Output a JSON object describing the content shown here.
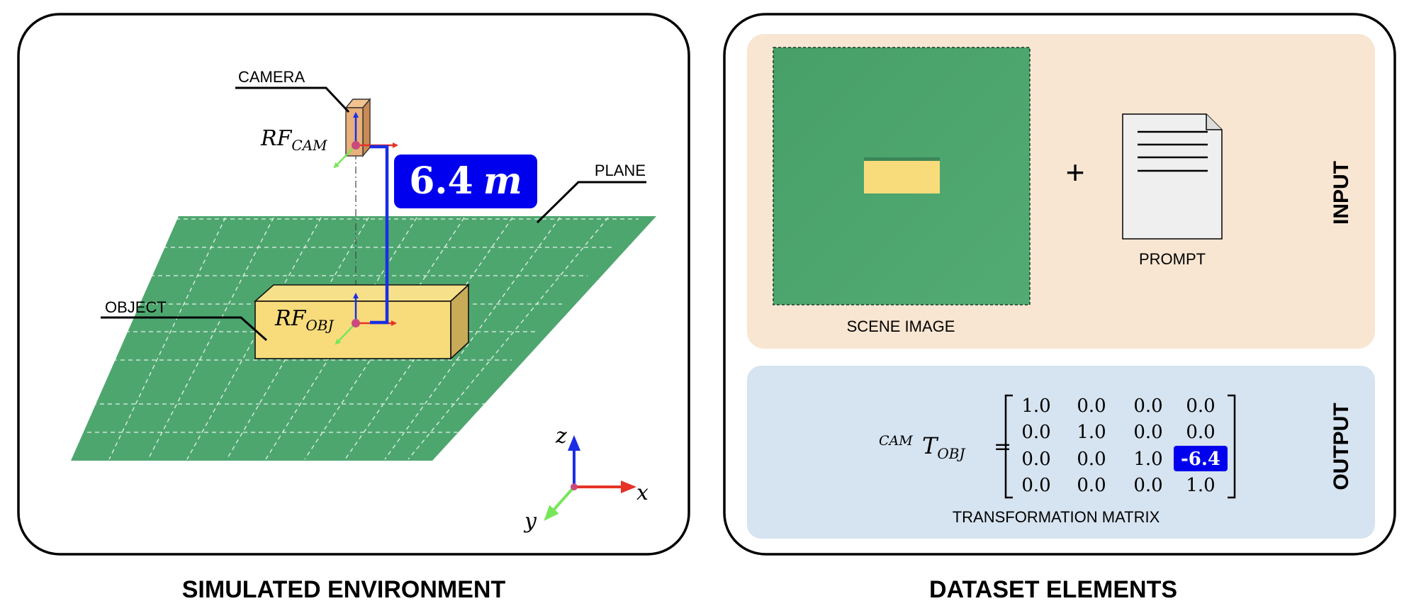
{
  "simulated_environment": {
    "caption": "SIMULATED ENVIRONMENT",
    "labels": {
      "camera": "CAMERA",
      "plane": "PLANE",
      "object": "OBJECT"
    },
    "frames": {
      "camera_main": "RF",
      "camera_sub": "CAM",
      "object_main": "RF",
      "object_sub": "OBJ"
    },
    "distance": {
      "value": "6.4",
      "unit": "m"
    },
    "axes": {
      "x": "x",
      "y": "y",
      "z": "z"
    }
  },
  "dataset_elements": {
    "caption": "DATASET ELEMENTS",
    "input": {
      "label": "INPUT",
      "plus": "+",
      "scene_image_label": "SCENE IMAGE",
      "prompt_label": "PROMPT"
    },
    "output": {
      "label": "OUTPUT",
      "matrix_label": "TRANSFORMATION MATRIX",
      "equation": {
        "pre": "CAM",
        "main": "T",
        "sub": "OBJ",
        "equals": "="
      },
      "matrix": [
        [
          "1.0",
          "0.0",
          "0.0",
          "0.0"
        ],
        [
          "0.0",
          "1.0",
          "0.0",
          "0.0"
        ],
        [
          "0.0",
          "0.0",
          "1.0",
          "-6.4"
        ],
        [
          "0.0",
          "0.0",
          "0.0",
          "1.0"
        ]
      ]
    }
  },
  "colors": {
    "plane": "#4ea66f",
    "object": "#f8dc7c",
    "camera": "#e8b07a",
    "highlight": "#0000ee",
    "input_bg": "#f8e6d2",
    "output_bg": "#d6e3f0",
    "axis_x": "#e53327",
    "axis_y": "#78e65a",
    "axis_z": "#1a2ee6"
  }
}
